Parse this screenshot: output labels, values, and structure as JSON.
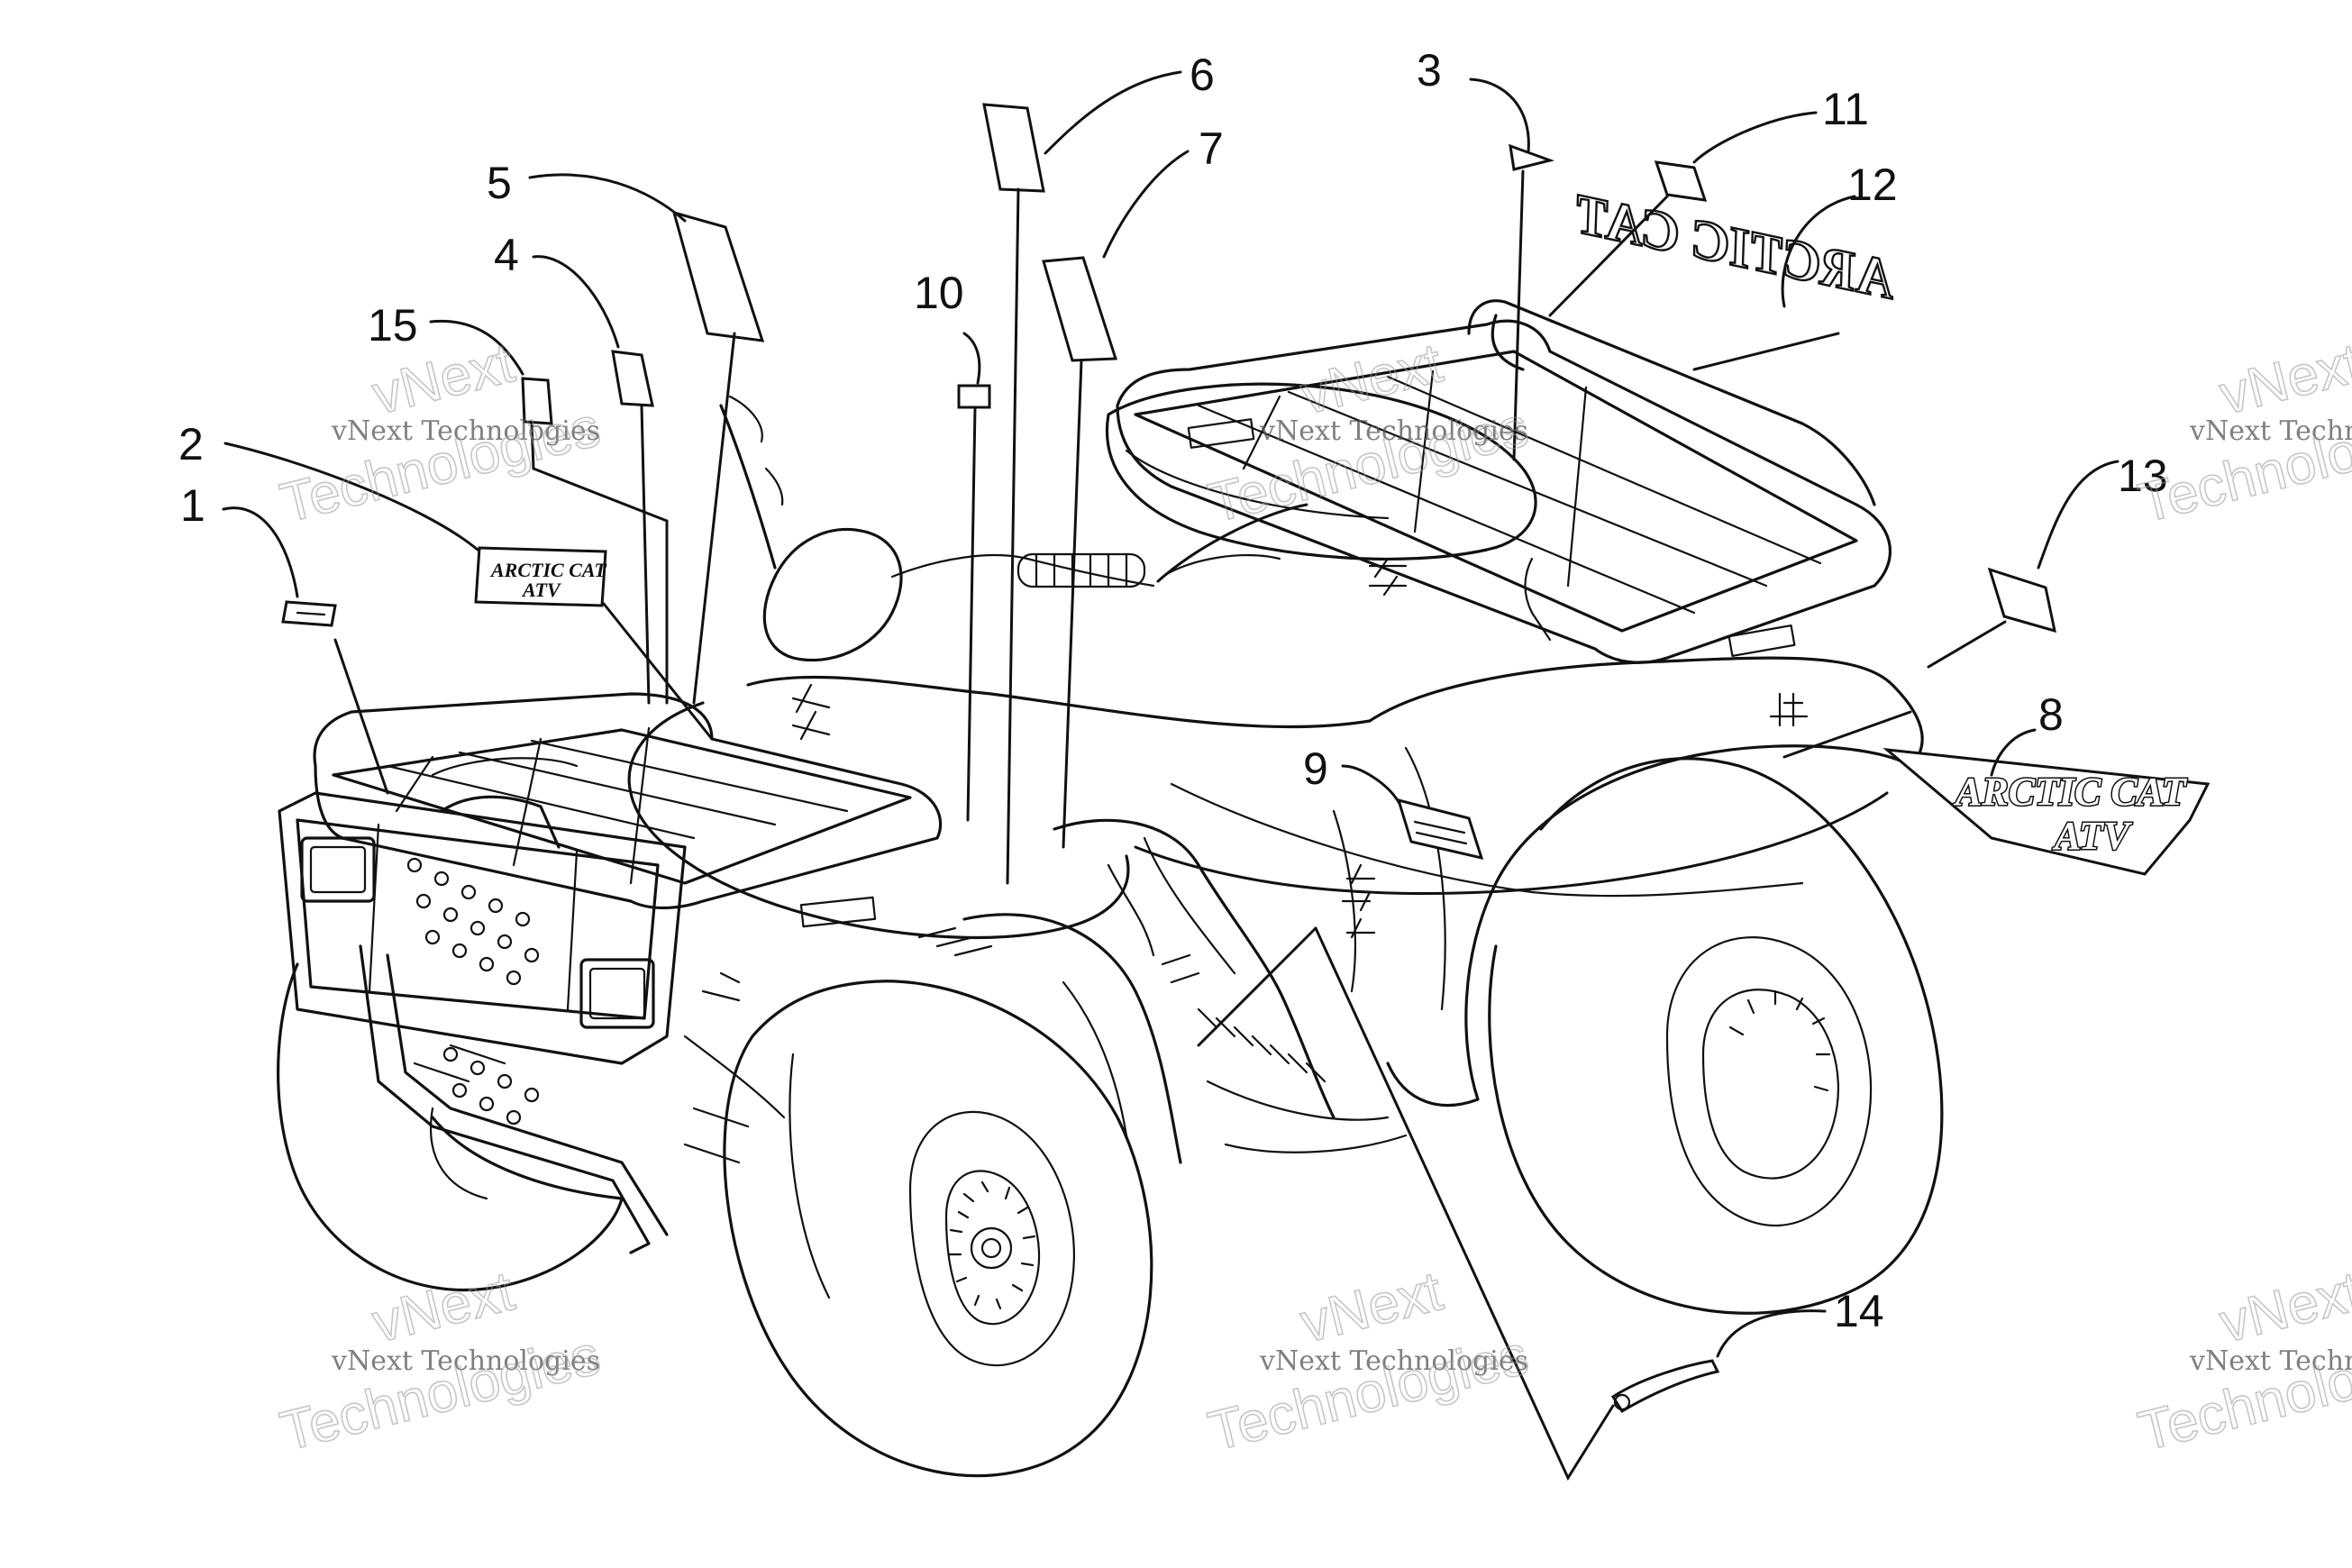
{
  "diagram": {
    "callouts": [
      {
        "id": "1",
        "label": "1"
      },
      {
        "id": "2",
        "label": "2"
      },
      {
        "id": "3",
        "label": "3"
      },
      {
        "id": "4",
        "label": "4"
      },
      {
        "id": "5",
        "label": "5"
      },
      {
        "id": "6",
        "label": "6"
      },
      {
        "id": "7",
        "label": "7"
      },
      {
        "id": "8",
        "label": "8"
      },
      {
        "id": "9",
        "label": "9"
      },
      {
        "id": "10",
        "label": "10"
      },
      {
        "id": "11",
        "label": "11"
      },
      {
        "id": "12",
        "label": "12"
      },
      {
        "id": "13",
        "label": "13"
      },
      {
        "id": "14",
        "label": "14"
      },
      {
        "id": "15",
        "label": "15"
      }
    ],
    "decal_text": {
      "brand_line1": "ARCTIC CAT",
      "brand_line2": "ATV",
      "rear_brand": "ARCTIC CAT"
    }
  },
  "watermark": {
    "line1": "vNext Technologies",
    "line2": "vNext",
    "line3": "Technologies"
  }
}
